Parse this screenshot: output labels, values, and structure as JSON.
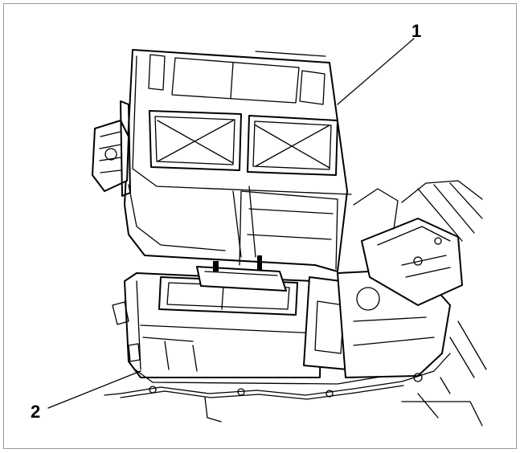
{
  "callouts": [
    {
      "id": "1",
      "label": "1"
    },
    {
      "id": "2",
      "label": "2"
    }
  ],
  "colors": {
    "ink": "#000000",
    "paper": "#ffffff",
    "frame": "#9a9a9a"
  }
}
